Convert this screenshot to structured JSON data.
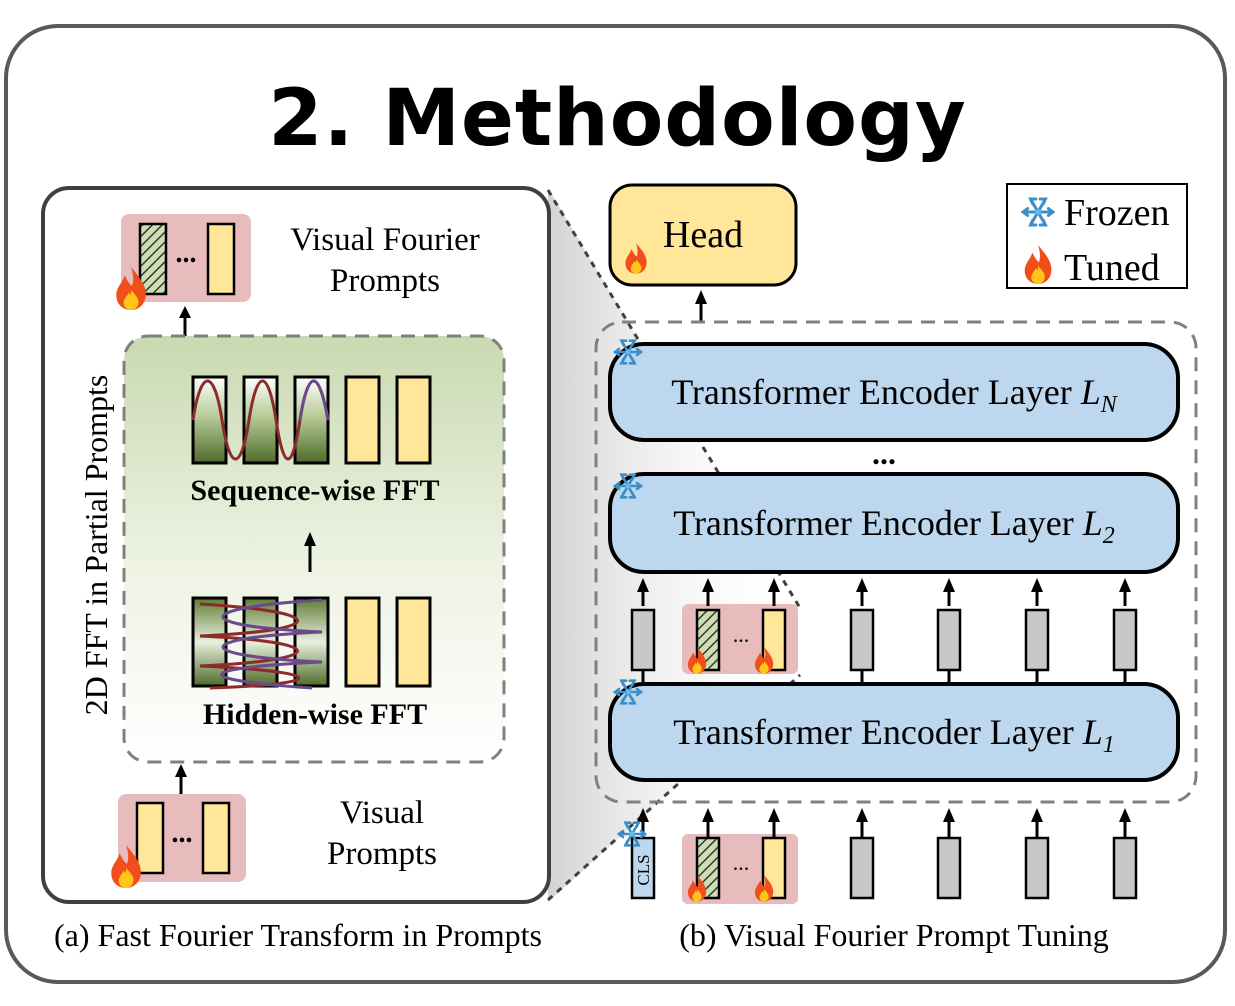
{
  "title": "2. Methodology",
  "panel_a": {
    "caption": "(a)  Fast Fourier Transform in Prompts",
    "output_label_line1": "Visual Fourier",
    "output_label_line2": "Prompts",
    "input_label_line1": "Visual",
    "input_label_line2": "Prompts",
    "vertical_label": "2D FFT in Partial Prompts",
    "sequence_fft_label": "Sequence-wise FFT",
    "hidden_fft_label": "Hidden-wise FFT",
    "ellipsis": "..."
  },
  "panel_b": {
    "caption": "(b) Visual Fourier Prompt Tuning",
    "head_label": "Head",
    "layer_prefix": "Transformer Encoder Layer ",
    "layer_n_symbol": "L",
    "layer_n_sub": "N",
    "layer_2_symbol": "L",
    "layer_2_sub": "2",
    "layer_1_symbol": "L",
    "layer_1_sub": "1",
    "layer_ellipsis": "...",
    "cls_label": "CLS",
    "token_ellipsis": "..."
  },
  "legend": {
    "frozen_label": "Frozen",
    "tuned_label": "Tuned",
    "frozen_icon": "snowflake-icon",
    "tuned_icon": "fire-icon"
  },
  "colors": {
    "layer_fill": "#bdd7ee",
    "head_fill": "#ffe699",
    "prompt_bg": "#e8bcbc",
    "token_fill": "#c8c8c8",
    "prompt_fill": "#ffe699",
    "wave_red": "#8b2b2b",
    "wave_purple": "#6b4a8a"
  }
}
